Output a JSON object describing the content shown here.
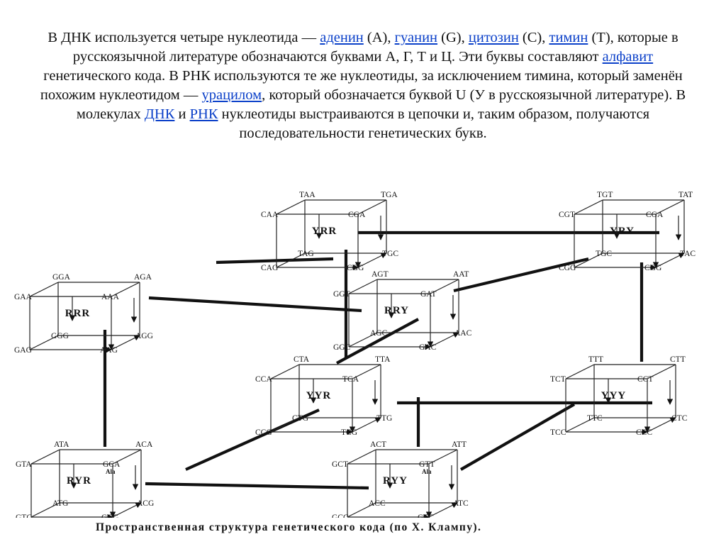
{
  "paragraph": [
    {
      "t": "В ДНК используется четыре нуклеотида — "
    },
    {
      "t": "аденин",
      "link": true
    },
    {
      "t": " (A), "
    },
    {
      "t": "гуанин",
      "link": true
    },
    {
      "t": " (G), "
    },
    {
      "t": "цитозин",
      "link": true
    },
    {
      "t": " (C), "
    },
    {
      "t": "тимин",
      "link": true
    },
    {
      "t": " (T), которые в русскоязычной литературе обозначаются буквами А, Г, Т и Ц. Эти буквы составляют "
    },
    {
      "t": "алфавит",
      "link": true
    },
    {
      "t": " генетического кода. В РНК используются те же нуклеотиды, за исключением тимина, который заменён похожим нуклеотидом — "
    },
    {
      "t": "урацилом",
      "link": true
    },
    {
      "t": ", который обозначается буквой U (У в русскоязычной литературе). В молекулах "
    },
    {
      "t": "ДНК",
      "link": true
    },
    {
      "t": " и "
    },
    {
      "t": "РНК",
      "link": true
    },
    {
      "t": " нуклеотиды выстраиваются в цепочки и, таким образом, получаются последовательности генетических букв."
    }
  ],
  "cubes": [
    {
      "label": "YRR",
      "codons": {
        "back_tl": "TAA",
        "back_tr": "TGA",
        "front_tl": "CAA",
        "front_tr": "CGA",
        "back_bl": "TAG",
        "back_br": "TGC",
        "front_bl": "CAG",
        "front_br": "CGG"
      }
    },
    {
      "label": "YRY",
      "codons": {
        "back_tl": "TGT",
        "back_tr": "TAT",
        "front_tl": "CGT",
        "front_tr": "CGA",
        "back_bl": "TGC",
        "back_br": "TAC",
        "front_bl": "CGG",
        "front_br": "CGG"
      }
    },
    {
      "label": "RRR",
      "codons": {
        "back_tl": "GGA",
        "back_tr": "AGA",
        "front_tl": "GAA",
        "front_tr": "AAA",
        "back_bl": "GGG",
        "back_br": "AGG",
        "front_bl": "GAG",
        "front_br": "AAG"
      }
    },
    {
      "label": "RRY",
      "codons": {
        "back_tl": "AGT",
        "back_tr": "AAT",
        "front_tl": "GGT",
        "front_tr": "GAT",
        "back_bl": "AGC",
        "back_br": "AAC",
        "front_bl": "GGC",
        "front_br": "GAC"
      }
    },
    {
      "label": "YYR",
      "codons": {
        "back_tl": "CTA",
        "back_tr": "TTA",
        "front_tl": "CCA",
        "front_tr": "TCA",
        "back_bl": "CTG",
        "back_br": "TTG",
        "front_bl": "CCG",
        "front_br": "TCG"
      }
    },
    {
      "label": "YYY",
      "codons": {
        "back_tl": "TTT",
        "back_tr": "CTT",
        "front_tl": "TCT",
        "front_tr": "CCT",
        "back_bl": "TTC",
        "back_br": "CTC",
        "front_bl": "TCC",
        "front_br": "CCC"
      }
    },
    {
      "label": "RYR",
      "codons": {
        "back_tl": "ATA",
        "back_tr": "ACA",
        "front_tl": "GTA",
        "front_tr": "GCA",
        "back_bl": "ATG",
        "back_br": "ACG",
        "front_bl": "GTG",
        "front_br": "GCG"
      },
      "ala": [
        "Ala",
        "Ala"
      ]
    },
    {
      "label": "RYY",
      "codons": {
        "back_tl": "ACT",
        "back_tr": "ATT",
        "front_tl": "GCT",
        "front_tr": "GTT",
        "back_bl": "ACC",
        "back_br": "ATC",
        "front_bl": "GCC",
        "front_br": "GTC"
      },
      "ala": [
        "Ala",
        "Ala"
      ]
    }
  ],
  "caption": "Пространственная структура генетического кода (по Х. Клампу)."
}
